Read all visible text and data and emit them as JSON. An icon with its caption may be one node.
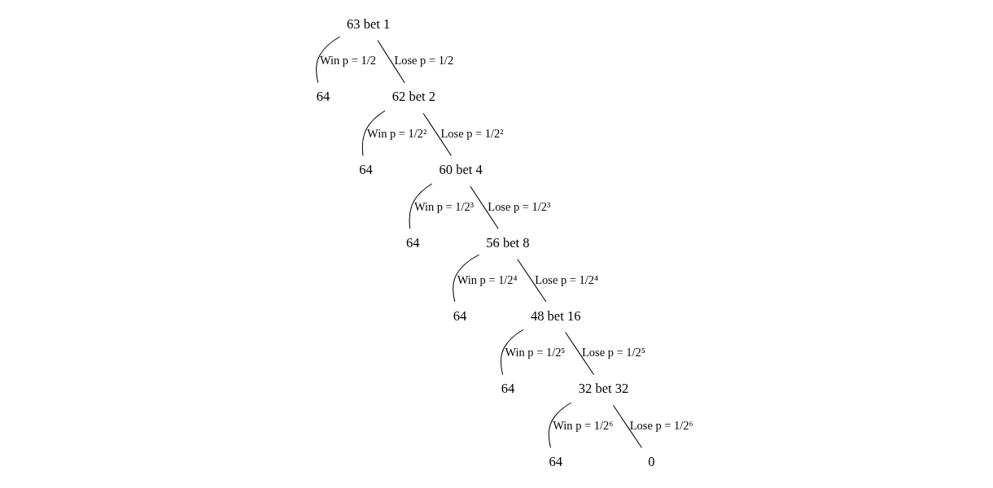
{
  "diagram": {
    "nodes": [
      {
        "text": [
          "63 bet 1"
        ]
      },
      {
        "text": [
          "64"
        ]
      },
      {
        "text": [
          "62 bet 2"
        ]
      },
      {
        "text": [
          "64"
        ]
      },
      {
        "text": [
          "60 bet 4"
        ]
      },
      {
        "text": [
          "64"
        ]
      },
      {
        "text": [
          "56 bet 8"
        ]
      },
      {
        "text": [
          "64"
        ]
      },
      {
        "text": [
          "48 bet 16"
        ]
      },
      {
        "text": [
          "64"
        ]
      },
      {
        "text": [
          "32 bet 32"
        ]
      },
      {
        "text": [
          "64"
        ]
      },
      {
        "text": [
          "0"
        ]
      }
    ],
    "edges": [
      {
        "from": 0,
        "to": 1,
        "arrow": "none",
        "label": "Win p = 1/2"
      },
      {
        "from": 0,
        "to": 2,
        "arrow": "none",
        "label": "Lose p = 1/2"
      },
      {
        "from": 2,
        "to": 3,
        "arrow": "none",
        "label": "Win p = 1/2²"
      },
      {
        "from": 2,
        "to": 4,
        "arrow": "none",
        "label": "Lose p = 1/2²"
      },
      {
        "from": 4,
        "to": 5,
        "arrow": "none",
        "label": "Win p = 1/2³"
      },
      {
        "from": 4,
        "to": 6,
        "arrow": "none",
        "label": "Lose p = 1/2³"
      },
      {
        "from": 6,
        "to": 7,
        "arrow": "none",
        "label": "Win p = 1/2⁴"
      },
      {
        "from": 6,
        "to": 8,
        "arrow": "none",
        "label": "Lose p = 1/2⁴"
      },
      {
        "from": 8,
        "to": 9,
        "arrow": "none",
        "label": "Win p = 1/2⁵"
      },
      {
        "from": 8,
        "to": 10,
        "arrow": "none",
        "label": "Lose p = 1/2⁵"
      },
      {
        "from": 10,
        "to": 11,
        "arrow": "none",
        "label": "Win p = 1/2⁶"
      },
      {
        "from": 10,
        "to": 12,
        "arrow": "none",
        "label": "Lose p = 1/2⁶"
      }
    ]
  }
}
